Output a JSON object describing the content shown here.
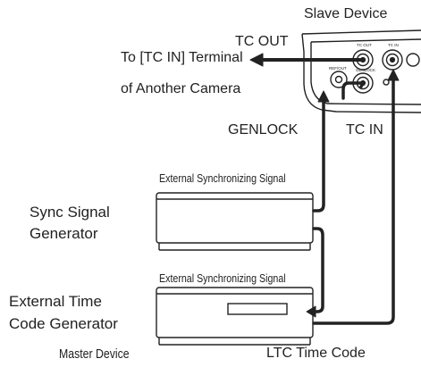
{
  "devices": {
    "slave_device": "Slave Device",
    "sync_generator": [
      "Sync Signal",
      "Generator"
    ],
    "timecode_generator": [
      "External Time",
      "Code Generator"
    ],
    "master_device": "Master Device"
  },
  "signals": {
    "tc_out": "TC OUT",
    "to_tc_in_terminal": [
      "To [TC IN] Terminal",
      "of Another Camera"
    ],
    "genlock": "GENLOCK",
    "tc_in": "TC IN",
    "external_sync_1": "External Synchronizing Signal",
    "external_sync_2": "External Synchronizing Signal",
    "ltc_time_code": "LTC Time Code"
  },
  "camera_panel": {
    "port_labels": [
      "TC OUT",
      "TC IN",
      "REF/OUT",
      "GENLOCK"
    ]
  },
  "colors": {
    "line": "#222222",
    "cable": "#222222",
    "background": "#ffffff"
  }
}
